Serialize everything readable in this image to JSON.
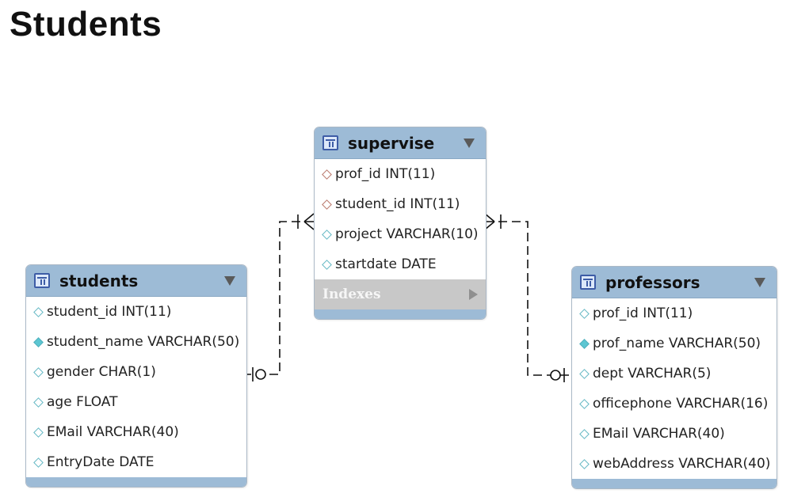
{
  "title": "Students",
  "tables": {
    "supervise": {
      "name": "supervise",
      "columns": [
        {
          "label": "prof_id INT(11)",
          "marker": "foreign-key"
        },
        {
          "label": "student_id INT(11)",
          "marker": "foreign-key"
        },
        {
          "label": "project VARCHAR(10)",
          "marker": "column"
        },
        {
          "label": "startdate DATE",
          "marker": "column"
        }
      ],
      "indexes_label": "Indexes"
    },
    "students": {
      "name": "students",
      "columns": [
        {
          "label": "student_id INT(11)",
          "marker": "column"
        },
        {
          "label": "student_name VARCHAR(50)",
          "marker": "not-null"
        },
        {
          "label": "gender CHAR(1)",
          "marker": "column"
        },
        {
          "label": "age FLOAT",
          "marker": "column"
        },
        {
          "label": "EMail VARCHAR(40)",
          "marker": "column"
        },
        {
          "label": "EntryDate DATE",
          "marker": "column"
        }
      ]
    },
    "professors": {
      "name": "professors",
      "columns": [
        {
          "label": "prof_id INT(11)",
          "marker": "column"
        },
        {
          "label": "prof_name VARCHAR(50)",
          "marker": "not-null"
        },
        {
          "label": "dept VARCHAR(5)",
          "marker": "column"
        },
        {
          "label": "officephone VARCHAR(16)",
          "marker": "column"
        },
        {
          "label": "EMail VARCHAR(40)",
          "marker": "column"
        },
        {
          "label": "webAddress VARCHAR(40)",
          "marker": "column"
        }
      ]
    }
  },
  "relationships": [
    {
      "from": "supervise",
      "to": "students",
      "from_end": "one-or-many",
      "to_end": "zero-or-one",
      "style": "dashed"
    },
    {
      "from": "supervise",
      "to": "professors",
      "from_end": "one-or-many",
      "to_end": "zero-or-one",
      "style": "dashed"
    }
  ],
  "colors": {
    "header": "#9dbbd6",
    "indexes_bar": "#c8c8c8",
    "foreign_key_marker": "#b9776a",
    "column_marker": "#64b8c4",
    "line": "#111111"
  }
}
